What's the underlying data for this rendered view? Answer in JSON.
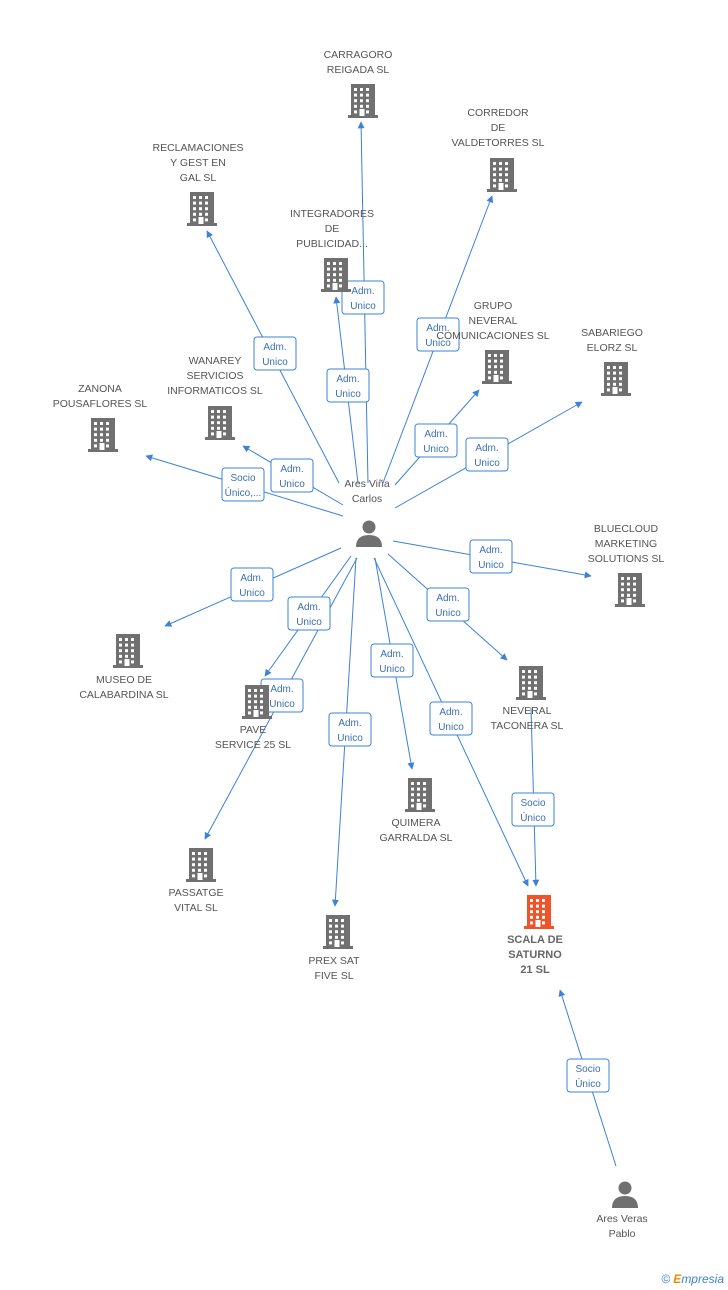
{
  "colors": {
    "edge": "#3b82d8",
    "building": "#707070",
    "focus_building": "#f0522a",
    "person": "#707070"
  },
  "nodes": [
    {
      "id": "ares_carlos",
      "type": "person",
      "label": [
        "Ares Viña",
        "Carlos"
      ]
    },
    {
      "id": "ares_pablo",
      "type": "person",
      "label": [
        "Ares Veras",
        "Pablo"
      ]
    },
    {
      "id": "carragoro",
      "type": "company",
      "label": [
        "CARRAGORO",
        "REIGADA SL"
      ]
    },
    {
      "id": "corredor",
      "type": "company",
      "label": [
        "CORREDOR",
        "DE",
        "VALDETORRES SL"
      ]
    },
    {
      "id": "reclamaciones",
      "type": "company",
      "label": [
        "RECLAMACIONES",
        "Y GEST EN",
        "GAL  SL"
      ]
    },
    {
      "id": "integradores",
      "type": "company",
      "label": [
        "INTEGRADORES",
        "DE",
        "PUBLICIDAD..."
      ]
    },
    {
      "id": "grupo_neveral",
      "type": "company",
      "label": [
        "GRUPO",
        "NEVERAL",
        "COMUNICACIONES SL"
      ]
    },
    {
      "id": "sabariego",
      "type": "company",
      "label": [
        "SABARIEGO",
        "ELORZ SL"
      ]
    },
    {
      "id": "wanarey",
      "type": "company",
      "label": [
        "WANAREY",
        "SERVICIOS",
        "INFORMATICOS SL"
      ]
    },
    {
      "id": "zanona",
      "type": "company",
      "label": [
        "ZANONA",
        "POUSAFLORES SL"
      ]
    },
    {
      "id": "bluecloud",
      "type": "company",
      "label": [
        "BLUECLOUD",
        "MARKETING",
        "SOLUTIONS SL"
      ]
    },
    {
      "id": "museo",
      "type": "company",
      "label": [
        "MUSEO DE",
        "CALABARDINA SL"
      ]
    },
    {
      "id": "pave",
      "type": "company",
      "label": [
        "PAVE",
        "SERVICE 25 SL"
      ]
    },
    {
      "id": "neveral_taconera",
      "type": "company",
      "label": [
        "NEVERAL",
        "TACONERA SL"
      ]
    },
    {
      "id": "quimera",
      "type": "company",
      "label": [
        "QUIMERA",
        "GARRALDA SL"
      ]
    },
    {
      "id": "passatge",
      "type": "company",
      "label": [
        "PASSATGE",
        "VITAL SL"
      ]
    },
    {
      "id": "prex",
      "type": "company",
      "label": [
        "PREX SAT",
        "FIVE SL"
      ]
    },
    {
      "id": "scala",
      "type": "company",
      "focus": true,
      "label": [
        "SCALA DE",
        "SATURNO",
        "21 SL"
      ]
    }
  ],
  "edges": [
    {
      "from": "ares_carlos",
      "to": "carragoro",
      "label": [
        "Adm.",
        "Unico"
      ]
    },
    {
      "from": "ares_carlos",
      "to": "corredor",
      "label": [
        "Adm.",
        "Unico"
      ]
    },
    {
      "from": "ares_carlos",
      "to": "reclamaciones",
      "label": [
        "Adm.",
        "Unico"
      ]
    },
    {
      "from": "ares_carlos",
      "to": "integradores",
      "label": [
        "Adm.",
        "Unico"
      ]
    },
    {
      "from": "ares_carlos",
      "to": "grupo_neveral",
      "label": [
        "Adm.",
        "Unico"
      ]
    },
    {
      "from": "ares_carlos",
      "to": "sabariego",
      "label": [
        "Adm.",
        "Unico"
      ]
    },
    {
      "from": "ares_carlos",
      "to": "wanarey",
      "label": [
        "Adm.",
        "Unico"
      ]
    },
    {
      "from": "ares_carlos",
      "to": "zanona",
      "label": [
        "Socio",
        "Único,..."
      ]
    },
    {
      "from": "ares_carlos",
      "to": "bluecloud",
      "label": [
        "Adm.",
        "Unico"
      ]
    },
    {
      "from": "ares_carlos",
      "to": "museo",
      "label": [
        "Adm.",
        "Unico"
      ]
    },
    {
      "from": "ares_carlos",
      "to": "pave",
      "label": [
        "Adm.",
        "Unico"
      ]
    },
    {
      "from": "ares_carlos",
      "to": "passatge",
      "label": [
        "Adm.",
        "Unico"
      ]
    },
    {
      "from": "ares_carlos",
      "to": "neveral_taconera",
      "label": [
        "Adm.",
        "Unico"
      ]
    },
    {
      "from": "ares_carlos",
      "to": "quimera",
      "label": [
        "Adm.",
        "Unico"
      ]
    },
    {
      "from": "ares_carlos",
      "to": "prex",
      "label": [
        "Adm.",
        "Unico"
      ]
    },
    {
      "from": "ares_carlos",
      "to": "scala",
      "label": [
        "Adm.",
        "Unico"
      ]
    },
    {
      "from": "neveral_taconera",
      "to": "scala",
      "label": [
        "Socio",
        "Único"
      ]
    },
    {
      "from": "ares_pablo",
      "to": "scala",
      "label": [
        "Socio",
        "Único"
      ]
    }
  ],
  "brand": {
    "copyright": "©",
    "initial": "E",
    "rest": "mpresia"
  }
}
